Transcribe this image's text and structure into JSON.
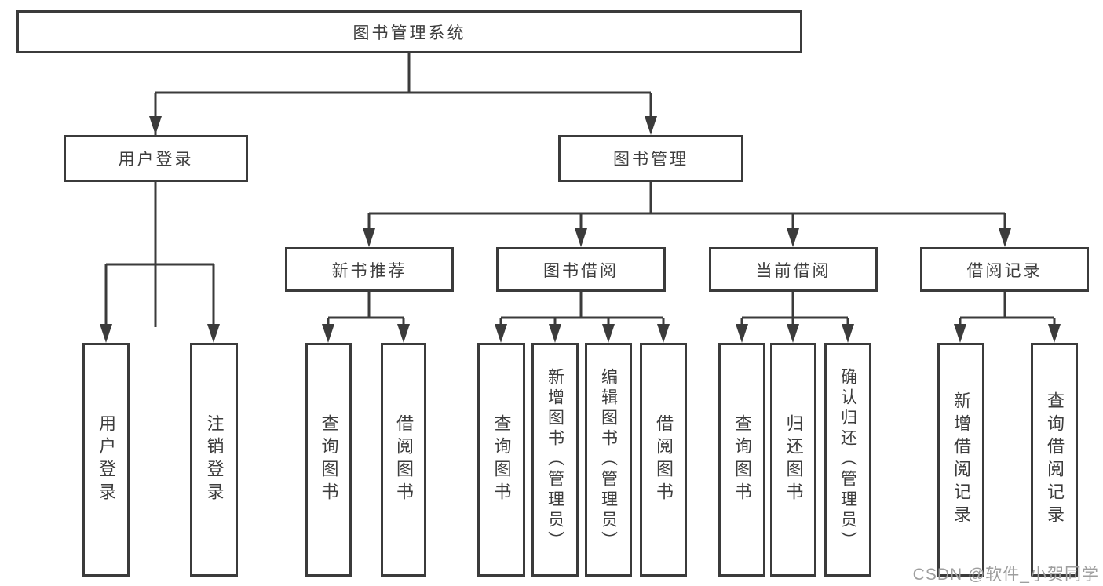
{
  "tree": {
    "root": {
      "label": "图书管理系统",
      "children": [
        {
          "label": "用户登录",
          "children": [
            {
              "label": "用户登录"
            },
            {
              "label": "注销登录"
            }
          ]
        },
        {
          "label": "图书管理",
          "children": [
            {
              "label": "新书推荐",
              "children": [
                {
                  "label": "查询图书"
                },
                {
                  "label": "借阅图书"
                }
              ]
            },
            {
              "label": "图书借阅",
              "children": [
                {
                  "label": "查询图书"
                },
                {
                  "label": "新增图书（管理员）"
                },
                {
                  "label": "编辑图书（管理员）"
                },
                {
                  "label": "借阅图书"
                }
              ]
            },
            {
              "label": "当前借阅",
              "children": [
                {
                  "label": "查询图书"
                },
                {
                  "label": "归还图书"
                },
                {
                  "label": "确认归还（管理员）"
                }
              ]
            },
            {
              "label": "借阅记录",
              "children": [
                {
                  "label": "新增借阅记录"
                },
                {
                  "label": "查询借阅记录"
                }
              ]
            }
          ]
        }
      ]
    }
  },
  "watermark": "CSDN @软件_小贺同学",
  "colors": {
    "line": "#3b3b3b",
    "text": "#3d3d3d",
    "watermark": "#9e9e9e",
    "background": "#ffffff"
  }
}
